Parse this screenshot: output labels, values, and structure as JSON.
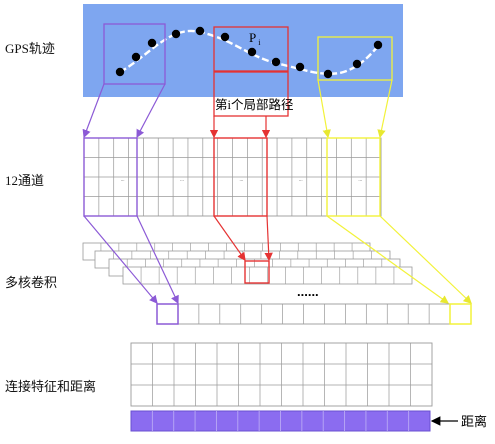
{
  "labels": {
    "gps_track": "GPS轨迹",
    "channels": "12通道",
    "multi_kernel_conv": "多核卷积",
    "concat_feature_distance": "连接特征和距离",
    "local_path": "第i个局部路径",
    "point": "P",
    "point_sub": "i",
    "distance": "距离",
    "ellipsis": "......",
    "grid_dots": "..."
  },
  "colors": {
    "sky": "#7ea6f0",
    "purple": "#8c5ad6",
    "red": "#e53333",
    "yellow": "#f2f23a",
    "grid": "#9a9a9a",
    "distance_fill": "#8b6cf0",
    "track": "#ffffff",
    "point": "#000000"
  },
  "arrow_icon": "left-arrow"
}
